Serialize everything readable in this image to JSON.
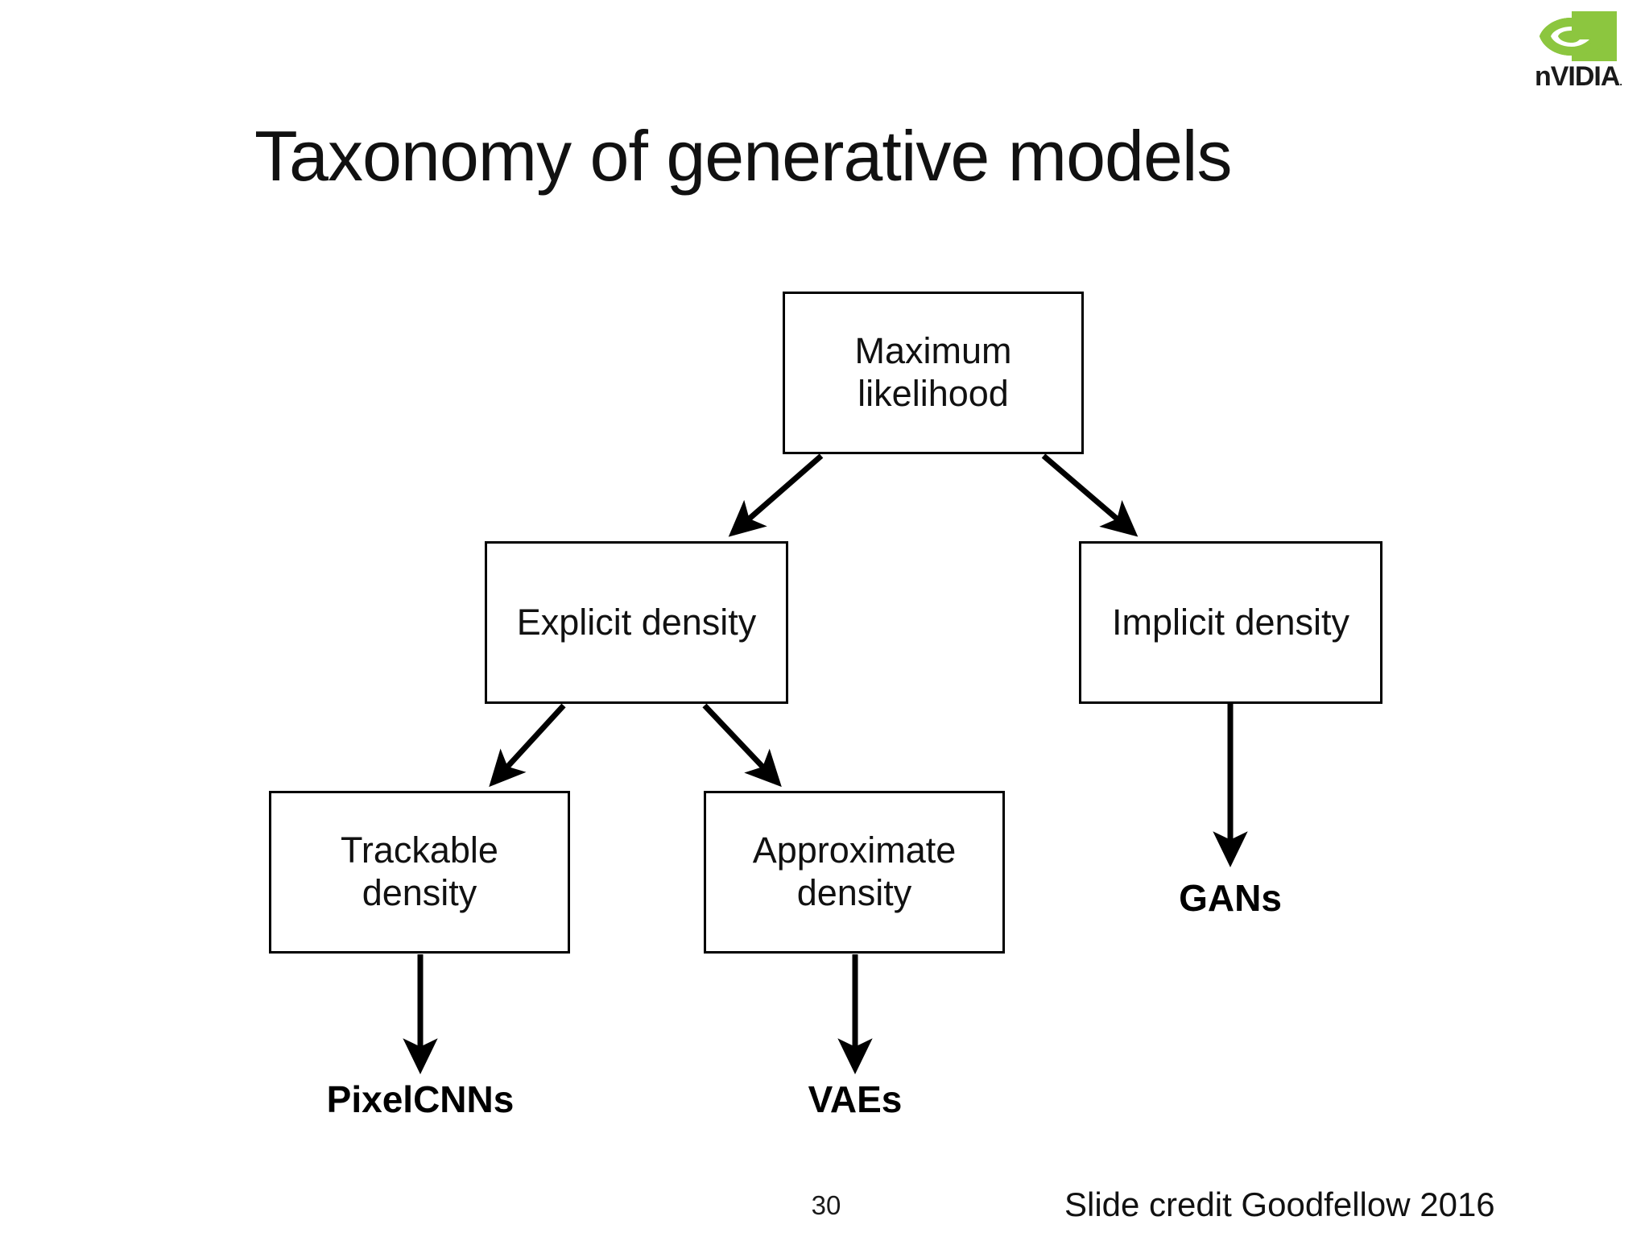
{
  "slide": {
    "title": "Taxonomy of generative models",
    "page_number": "30",
    "credit": "Slide credit Goodfellow 2016",
    "background_color": "#ffffff",
    "text_color": "#111111"
  },
  "logo": {
    "name": "nvidia-logo",
    "wordmark": "nVIDIA",
    "registered_mark": ".",
    "green": "#8CC63F",
    "dark": "#1a1a1a"
  },
  "diagram": {
    "type": "tree",
    "edge_color": "#000000",
    "box_border_color": "#000000",
    "nodes": [
      {
        "id": "maximum-likelihood",
        "label": "Maximum\nlikelihood",
        "kind": "box",
        "level": 0
      },
      {
        "id": "explicit-density",
        "label": "Explicit density",
        "kind": "box",
        "level": 1
      },
      {
        "id": "implicit-density",
        "label": "Implicit density",
        "kind": "box",
        "level": 1
      },
      {
        "id": "trackable-density",
        "label": "Trackable\ndensity",
        "kind": "box",
        "level": 2
      },
      {
        "id": "approximate-density",
        "label": "Approximate\ndensity",
        "kind": "box",
        "level": 2
      },
      {
        "id": "gans",
        "label": "GANs",
        "kind": "leaf",
        "level": 2
      },
      {
        "id": "pixelcnns",
        "label": "PixelCNNs",
        "kind": "leaf",
        "level": 3
      },
      {
        "id": "vaes",
        "label": "VAEs",
        "kind": "leaf",
        "level": 3
      }
    ],
    "edges": [
      {
        "from": "maximum-likelihood",
        "to": "explicit-density"
      },
      {
        "from": "maximum-likelihood",
        "to": "implicit-density"
      },
      {
        "from": "explicit-density",
        "to": "trackable-density"
      },
      {
        "from": "explicit-density",
        "to": "approximate-density"
      },
      {
        "from": "implicit-density",
        "to": "gans"
      },
      {
        "from": "trackable-density",
        "to": "pixelcnns"
      },
      {
        "from": "approximate-density",
        "to": "vaes"
      }
    ]
  }
}
